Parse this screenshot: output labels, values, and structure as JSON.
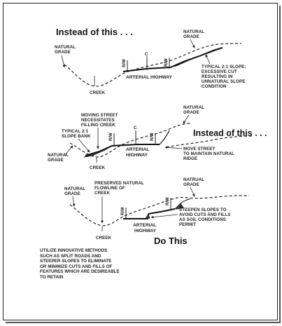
{
  "panel1": {
    "heading": "Instead of this . . .",
    "natural_grade_left": [
      "NATURAL",
      "GRADE"
    ],
    "natural_grade_right": [
      "NATURAL",
      "GRADE"
    ],
    "creek": "CREEK",
    "rw_left": "R/W",
    "centerline": "C",
    "rw_right": "R/W",
    "road": "ARTERIAL HIGHWAY",
    "slope_note": [
      "TYPICAL 2:1 SLOPE;",
      "EXCESSIVE CUT",
      "RESULTING IN",
      "UNNATURAL SLOPE",
      "CONDITION"
    ]
  },
  "panel2": {
    "heading": "Instead of this . . .",
    "moving_street": [
      "MOVING STREET",
      "NECESSITATES",
      "FILLING CREEK"
    ],
    "typical_slope": [
      "TYPICAL 2:1",
      "SLOPE BANK"
    ],
    "natural_grade_left": [
      "NATURAL",
      "GRADE"
    ],
    "natural_grade_right": [
      "NATURAL",
      "GRADE"
    ],
    "creek": "CREEK",
    "rw_left": "R/W",
    "centerline": "C",
    "rw_right": "R/W",
    "road": [
      "ARTERIAL",
      "HIGHWAY"
    ],
    "move_street": [
      "MOVE STREET",
      "TO MAINTAIN NATURAL",
      "RIDGE"
    ]
  },
  "panel3": {
    "heading": "Do This",
    "natural_grade_left": [
      "NATURAL",
      "GRADE"
    ],
    "natural_grade_right": [
      "NATRUAL",
      "GRADE"
    ],
    "preserved": [
      "PRESERVED NATURAL",
      "FLOWLINE OF",
      "CREEK"
    ],
    "creek": "CREEK",
    "rw_left": "R/W",
    "rw_right": "R/W",
    "road": [
      "ARTERIAL",
      "HIGHWAY"
    ],
    "steepen": [
      "STEEPEN SLOPES TO",
      "AVOID CUTS AND FILLS",
      "AS SOIL CONDITIONS",
      "PERMIT"
    ]
  },
  "note": [
    "UTILIZE INNOVATIVE METHODS",
    "SUCH AS SPLIT ROADS AND",
    "STEEPER SLOPES TO ELIMINATE",
    "OR MINIMIZE CUTS AND FILLS OF",
    "FEATURES WHICH ARE DESIREABLE",
    "TO RETAIN"
  ]
}
